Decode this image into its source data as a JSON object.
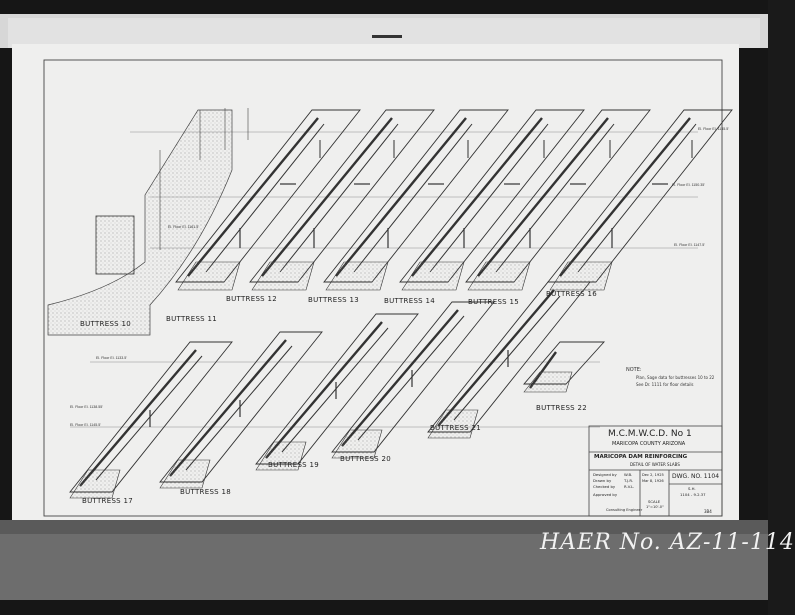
{
  "drawing": {
    "buttress_labels": [
      "BUTTRESS 10",
      "BUTTRESS 11",
      "BUTTRESS 12",
      "BUTTRESS 13",
      "BUTTRESS 14",
      "BUTTRESS 15",
      "BUTTRESS 16",
      "BUTTRESS 17",
      "BUTTRESS 18",
      "BUTTRESS 19",
      "BUTTRESS 20",
      "BUTTRESS 21",
      "BUTTRESS 22"
    ],
    "floor_labels": [
      "El. Floor El. 1161.5'",
      "El. Floor El. 1150.35'",
      "El. Floor El. 1147.5'",
      "El. Floor El. 1133.5'",
      "El. Floor El. 1138.55'",
      "El. Floor El. 1145.5'",
      "El. Floor El. 1135.5'"
    ],
    "note_title": "NOTE:",
    "note_lines": [
      "Plan, Sage data for buttresses 10 to 22",
      "See Dr. 1111 for floor details"
    ],
    "sheet_mark": "3B4"
  },
  "title_block": {
    "line1": "M.C.M.W.C.D. No 1",
    "line2": "MARICOPA COUNTY ARIZONA",
    "project": "MARICOPA DAM   REINFORCING",
    "subtitle": "DETAIL OF WATER SLABS",
    "designed": "Designed by",
    "drawn": "Drawn by",
    "checked": "Checked by",
    "approved": "Approved by",
    "designed_init": "W.B.",
    "drawn_init": "T.J.R.",
    "checked_init": "R.V.L.",
    "dates": [
      "Dec 2, 1925",
      "Mar 8, 1926"
    ],
    "dwg_no": "DWG. NO. 1104",
    "sheet": "S.H.",
    "sheet_ref": "1104 - 9.2.37",
    "scale_label": "SCALE",
    "scale_value": "1\"=10'-0\"",
    "consulting": "Consulting Engineer"
  },
  "archive_mark": "HAER No. AZ-11-114"
}
